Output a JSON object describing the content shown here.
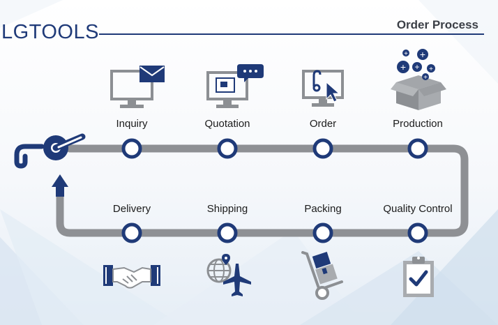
{
  "header": {
    "brand": "LGTOOLS",
    "title": "Order Process"
  },
  "steps_top": [
    {
      "label": "Inquiry",
      "icon": "monitor-mail-icon"
    },
    {
      "label": "Quotation",
      "icon": "monitor-chat-icon"
    },
    {
      "label": "Order",
      "icon": "monitor-click-icon"
    },
    {
      "label": "Production",
      "icon": "box-plus-icon"
    }
  ],
  "steps_bottom": [
    {
      "label": "Delivery",
      "icon": "handshake-icon"
    },
    {
      "label": "Shipping",
      "icon": "globe-plane-icon"
    },
    {
      "label": "Packing",
      "icon": "hand-truck-icon"
    },
    {
      "label": "Quality Control",
      "icon": "clipboard-check-icon"
    }
  ],
  "colors": {
    "navy": "#1f3a78",
    "track": "#8e9094",
    "icon_gray": "#8c8f93",
    "text": "#1b1b1b"
  }
}
